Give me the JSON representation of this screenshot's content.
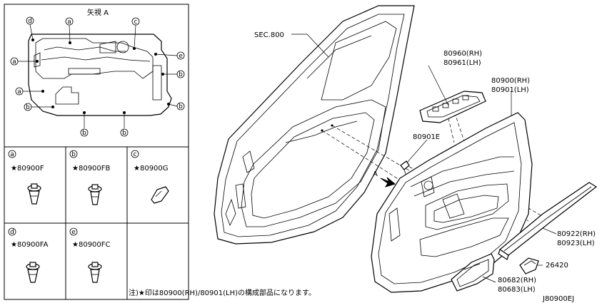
{
  "view_label": "矢視 A",
  "markers": {
    "a": "a",
    "b": "b",
    "c": "c",
    "d": "d",
    "e": "e"
  },
  "clips": {
    "a": "★80900F",
    "b": "★80900FB",
    "c": "★80900G",
    "d": "★80900FA",
    "e": "★80900FC"
  },
  "callouts": {
    "sec": "SEC.800",
    "switch_rh": "80960(RH)",
    "switch_lh": "80961(LH)",
    "trim_rh": "80900(RH)",
    "trim_lh": "80901(LH)",
    "clip_e": "80901E",
    "arrow_a": "A",
    "strip_rh": "80922(RH)",
    "strip_lh": "80923(LH)",
    "lamp": "26420",
    "pocket_rh": "80682(RH)",
    "pocket_lh": "80683(LH)"
  },
  "footnote": "注)★印は80900(RH)/80901(LH)の構成部品になります。",
  "diagram_code": "J80900EJ"
}
